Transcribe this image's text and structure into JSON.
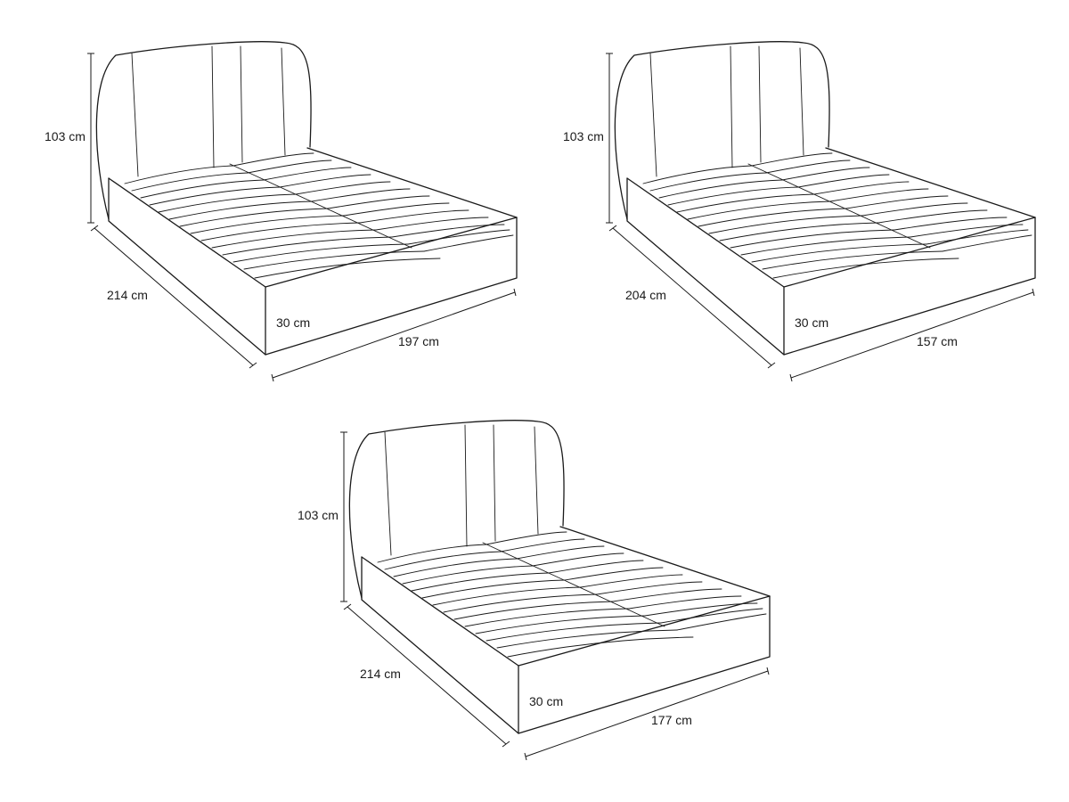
{
  "diagrams": [
    {
      "height": "103 cm",
      "length": "214 cm",
      "base": "30 cm",
      "width": "197 cm"
    },
    {
      "height": "103 cm",
      "length": "204 cm",
      "base": "30 cm",
      "width": "157 cm"
    },
    {
      "height": "103 cm",
      "length": "214 cm",
      "base": "30 cm",
      "width": "177 cm"
    }
  ],
  "colors": {
    "line": "#1a1a1a",
    "background": "#ffffff"
  }
}
